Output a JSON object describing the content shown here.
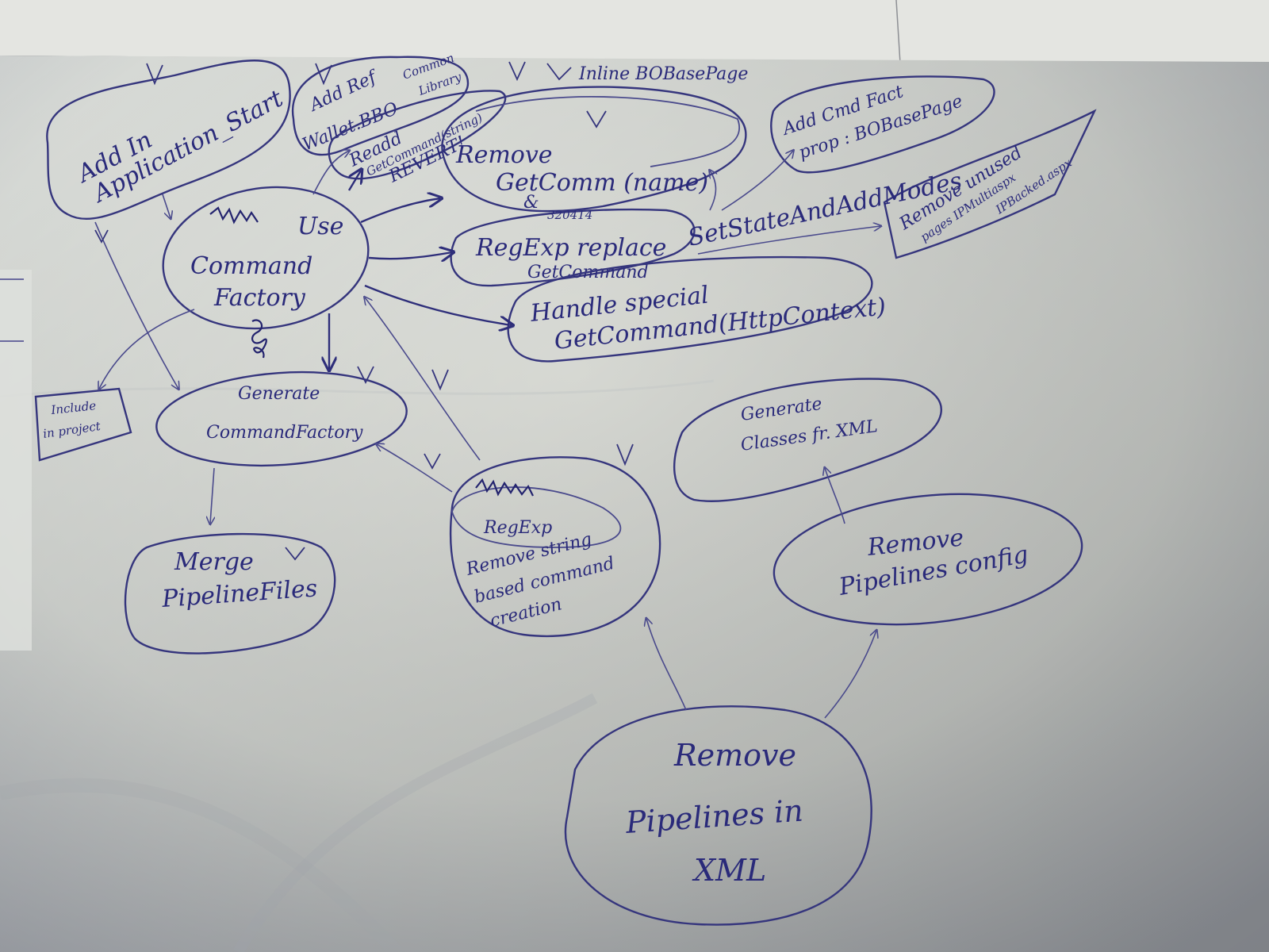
{
  "colors": {
    "paper_light": "#e9ebe6",
    "paper_shadow": "#b9bcc0",
    "ink": "#2a2a7a",
    "background": "#2b2b35"
  },
  "notes": {
    "application_start": {
      "line1": "Add In",
      "line2": "Application_Start"
    },
    "wallet_bbo": {
      "line1": "Add Ref",
      "line2": "Wallet.BBO",
      "lib1": "Common",
      "lib2": "Library"
    },
    "readd_getcommand": {
      "line1": "Readd",
      "line2": "GetCommand(string)",
      "line3": "REVERT!"
    },
    "inline_bobasepage": "Inline BOBasePage",
    "remove_getcommand": {
      "line1": "Remove",
      "line2": "GetComm (name)",
      "line3": "&"
    },
    "add_command_factory_prop": {
      "line1": "Add Cmd Fact",
      "line2": "prop : BOBasePage"
    },
    "remove_unused_pages": {
      "line1": "Remove unused",
      "line2": "pages IPMultiaspx",
      "line3": "IPBacked.aspx"
    },
    "use_command_factory": {
      "line1": "Use",
      "line2": "Command",
      "line3": "Factory"
    },
    "regexp_replace": {
      "line1": "RegExp replace",
      "line2": "GetCommand",
      "stamp": "320414"
    },
    "set_state": "SetStateAndAddModes",
    "handle_special": {
      "line1": "Handle special",
      "line2": "GetCommand(HttpContext)"
    },
    "include_in_project": {
      "line1": "Include",
      "line2": "in project"
    },
    "generate_command_factory": {
      "line1": "Generate",
      "line2": "CommandFactory"
    },
    "generate_classes_xml": {
      "line1": "Generate",
      "line2": "Classes fr. XML"
    },
    "merge_pipeline_files": {
      "line1": "Merge",
      "line2": "PipelineFiles"
    },
    "remove_string_based": {
      "top": "RegExp",
      "line1": "Remove string",
      "line2": "based command",
      "line3": "creation"
    },
    "remove_pipelines_config": {
      "line1": "Remove",
      "line2": "Pipelines config"
    },
    "remove_pipelines_xml": {
      "line1": "Remove",
      "line2": "Pipelines in",
      "line3": "XML"
    }
  }
}
